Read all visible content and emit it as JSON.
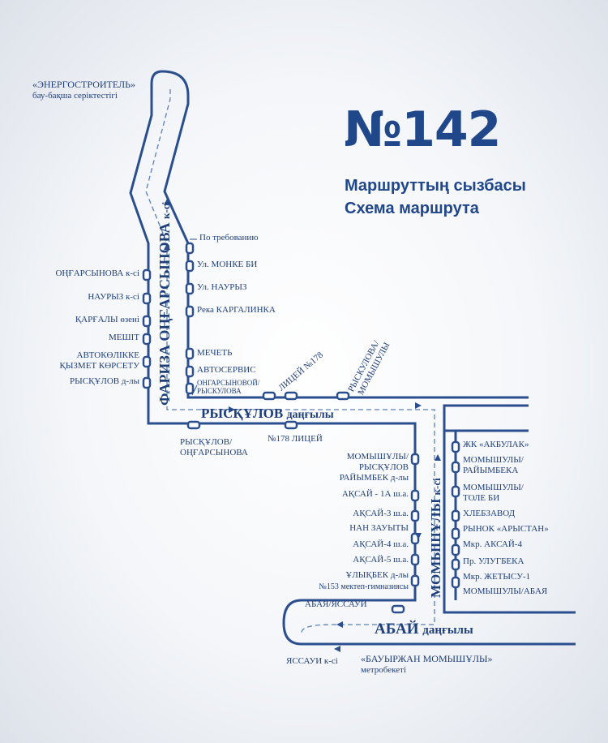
{
  "header": {
    "route_number": "№142",
    "subtitle_kz": "Маршруттың сызбасы",
    "subtitle_ru": "Схема маршрута"
  },
  "terminus_top": {
    "name": "«ЭНЕРГОСТРОИТЕЛЬ»",
    "sub": "бау-бақша серіктестігі"
  },
  "terminus_bottom": {
    "name": "«БАУЫРЖАН МОМЫШҰЛЫ»",
    "sub": "метробекеті"
  },
  "streets": {
    "fariza": "ФАРИЗА ОҢҒАРСЫНОВА",
    "fariza_suffix": "к-сі",
    "ryskulov": "РЫСҚҰЛОВ",
    "ryskulov_suffix": "даңғылы",
    "momyshuly": "МОМЫШҰЛЫ",
    "momyshuly_suffix": "к-сі",
    "abay": "АБАЙ",
    "abay_suffix": "даңғылы"
  },
  "stops": {
    "fariza_left": [
      "ОҢҒАРСЫНОВА к-сі",
      "НАУРЫЗ к-сі",
      "ҚАРҒАЛЫ өзені",
      "МЕШІТ",
      "АВТОКӨЛІККЕ",
      "ҚЫЗМЕТ КӨРСЕТУ",
      "РЫСҚҰЛОВ д-лы"
    ],
    "fariza_right": [
      "По требованию",
      "Ул. МОНКЕ БИ",
      "Ул. НАУРЫЗ",
      "Река КАРГАЛИНКА",
      "МЕЧЕТЬ",
      "АВТОСЕРВИС",
      "ОНГАРСЫНОВОЙ/",
      "РЫСКУЛОВА"
    ],
    "ryskulov_top": [
      "ЛИЦЕЙ №178",
      "РЫСКУЛОВА/",
      "МОМЫШУЛЫ"
    ],
    "ryskulov_bottom": [
      "РЫСҚҰЛОВ/",
      "ОҢҒАРСЫНОВА",
      "№178 ЛИЦЕЙ"
    ],
    "momyshuly_left": [
      "МОМЫШҰЛЫ/",
      "РЫСҚҰЛОВ",
      "РАЙЫМБЕК д-лы",
      "АҚСАЙ - 1А ш.а.",
      "АҚСАЙ-3 ш.а.",
      "НАН ЗАУЫТЫ",
      "АҚСАЙ-4 ш.а.",
      "АҚСАЙ-5 ш.а.",
      "ҰЛЫҚБЕК д-лы",
      "№153 мектеп-гимназиясы"
    ],
    "momyshuly_right": [
      "ЖК «АКБУЛАК»",
      "МОМЫШУЛЫ/",
      "РАЙЫМБЕКА",
      "МОМЫШУЛЫ/",
      "ТОЛЕ БИ",
      "ХЛЕБЗАВОД",
      "РЫНОК «АРЫСТАН»",
      "Мкр. АКСАЙ-4",
      "Пр. УЛУГБЕКА",
      "Мкр. ЖЕТЫСУ-1",
      "МОМЫШУЛЫ/АБАЯ"
    ],
    "abay": [
      "АБАЯ/ЯССАУИ",
      "ЯССАУИ к-сі"
    ]
  },
  "colors": {
    "route": "#2b4f8e",
    "text": "#1f3f7a",
    "title": "#20478a"
  }
}
